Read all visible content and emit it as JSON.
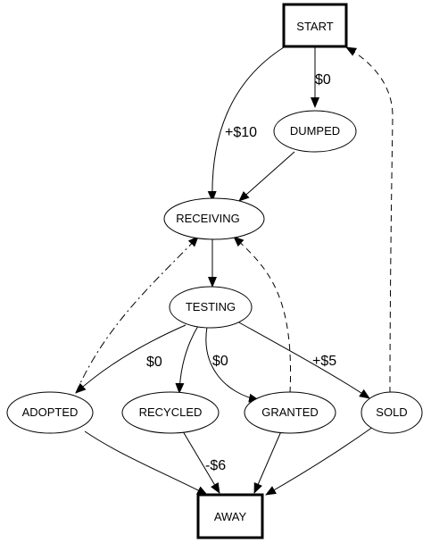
{
  "nodes": {
    "start": "START",
    "dumped": "DUMPED",
    "receiving": "RECEIVING",
    "testing": "TESTING",
    "adopted": "ADOPTED",
    "recycled": "RECYCLED",
    "granted": "GRANTED",
    "sold": "SOLD",
    "away": "AWAY"
  },
  "edge_labels": {
    "start_dumped": "$0",
    "start_receiving": "+$10",
    "testing_adopted": "$0",
    "testing_granted": "$0",
    "testing_sold": "+$5",
    "recycled_away": "-$6"
  }
}
